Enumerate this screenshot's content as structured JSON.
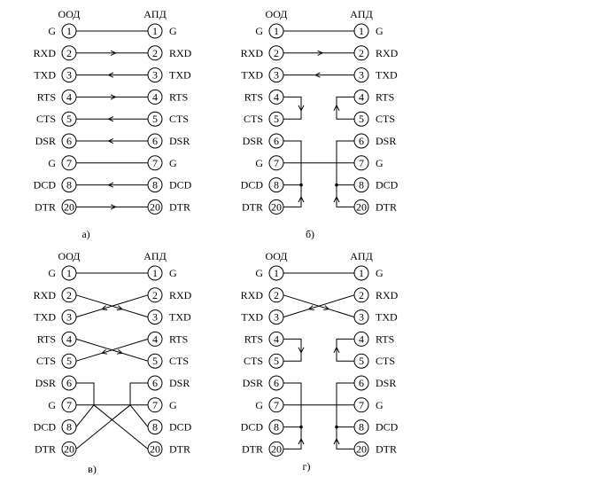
{
  "header": {
    "left": "ООД",
    "right": "АПД"
  },
  "pins": [
    {
      "name": "G",
      "num": "1"
    },
    {
      "name": "RXD",
      "num": "2"
    },
    {
      "name": "TXD",
      "num": "3"
    },
    {
      "name": "RTS",
      "num": "4"
    },
    {
      "name": "CTS",
      "num": "5"
    },
    {
      "name": "DSR",
      "num": "6"
    },
    {
      "name": "G",
      "num": "7"
    },
    {
      "name": "DCD",
      "num": "8"
    },
    {
      "name": "DTR",
      "num": "20"
    }
  ],
  "panels": [
    {
      "caption": "а)",
      "wires": [
        {
          "from": 0,
          "to": 0,
          "arrow": "none"
        },
        {
          "from": 1,
          "to": 1,
          "arrow": "right"
        },
        {
          "from": 2,
          "to": 2,
          "arrow": "left"
        },
        {
          "from": 3,
          "to": 3,
          "arrow": "right"
        },
        {
          "from": 4,
          "to": 4,
          "arrow": "left"
        },
        {
          "from": 5,
          "to": 5,
          "arrow": "left"
        },
        {
          "from": 6,
          "to": 6,
          "arrow": "none"
        },
        {
          "from": 7,
          "to": 7,
          "arrow": "left"
        },
        {
          "from": 8,
          "to": 8,
          "arrow": "right"
        }
      ],
      "loops": []
    },
    {
      "caption": "б)",
      "wires": [
        {
          "from": 0,
          "to": 0,
          "arrow": "none"
        },
        {
          "from": 1,
          "to": 1,
          "arrow": "right"
        },
        {
          "from": 2,
          "to": 2,
          "arrow": "left"
        },
        {
          "from": 6,
          "to": 6,
          "arrow": "none"
        }
      ],
      "loops": [
        {
          "side": "left",
          "pins": [
            3,
            4
          ]
        },
        {
          "side": "right",
          "pins": [
            3,
            4
          ]
        },
        {
          "side": "left",
          "pins": [
            5,
            7,
            8
          ]
        },
        {
          "side": "right",
          "pins": [
            5,
            7,
            8
          ]
        }
      ]
    },
    {
      "caption": "в)",
      "wires": [
        {
          "from": 0,
          "to": 0,
          "arrow": "none"
        },
        {
          "from": 1,
          "to": 2,
          "arrow": "right"
        },
        {
          "from": 2,
          "to": 1,
          "arrow": "left"
        },
        {
          "from": 3,
          "to": 4,
          "arrow": "right"
        },
        {
          "from": 4,
          "to": 3,
          "arrow": "left"
        },
        {
          "from": 6,
          "to": 6,
          "arrow": "none"
        }
      ],
      "brackets": true,
      "loops": []
    },
    {
      "caption": "г)",
      "wires": [
        {
          "from": 0,
          "to": 0,
          "arrow": "none"
        },
        {
          "from": 1,
          "to": 2,
          "arrow": "right"
        },
        {
          "from": 2,
          "to": 1,
          "arrow": "left"
        },
        {
          "from": 6,
          "to": 6,
          "arrow": "none"
        }
      ],
      "loops": [
        {
          "side": "left",
          "pins": [
            3,
            4
          ]
        },
        {
          "side": "right",
          "pins": [
            3,
            4
          ]
        },
        {
          "side": "left",
          "pins": [
            5,
            7,
            8
          ]
        },
        {
          "side": "right",
          "pins": [
            5,
            7,
            8
          ]
        }
      ]
    }
  ]
}
